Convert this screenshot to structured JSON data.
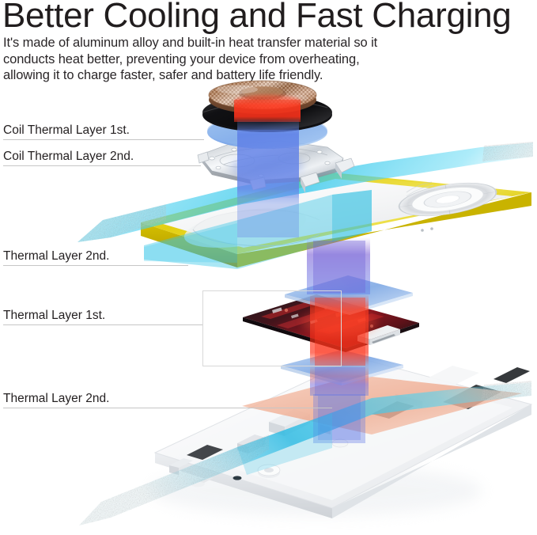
{
  "header": {
    "title": "Better Cooling and Fast Charging",
    "body_lines": [
      "It's made of aluminum alloy and built-in heat transfer material so it",
      "conducts heat better, preventing your device from overheating,",
      "allowing it to charge faster, safer and battery life friendly."
    ]
  },
  "callouts": [
    {
      "id": "coil-thermal-layer-1st",
      "label": "Coil Thermal Layer 1st."
    },
    {
      "id": "coil-thermal-layer-2nd",
      "label": "Coil Thermal Layer 2nd."
    },
    {
      "id": "thermal-layer-2nd-upper",
      "label": "Thermal Layer 2nd."
    },
    {
      "id": "thermal-layer-1st",
      "label": "Thermal Layer 1st."
    },
    {
      "id": "thermal-layer-2nd-lower",
      "label": "Thermal Layer 2nd."
    }
  ],
  "diagram": {
    "name": "exploded-wireless-charger-diagram",
    "layers": [
      "copper-coil-disc",
      "black-thermal-disc",
      "blue-thermal-disc",
      "metal-coil-bracket",
      "gold-charging-pad",
      "blue-thermal-plate-upper",
      "circuit-board",
      "blue-thermal-plate-lower",
      "salmon-thermal-plate",
      "white-base-housing"
    ],
    "heat_beam": "vertical-heat-flow-beam",
    "ribbons": "cyan-airflow-ribbons"
  },
  "colors": {
    "title": "#211d1e",
    "body": "#2a2628",
    "rule": "#c6c6c6",
    "box_border": "#d8d8d8",
    "gold": "#e0c400",
    "gold_dark": "#b39c00",
    "copper": "#c08a63",
    "heat_red": "#ef3524",
    "cool_blue": "#4f7fe0",
    "cyan": "#4fd2ef",
    "salmon": "#f0b09a",
    "pcb_dark": "#1a1418",
    "pcb_red": "#c01820",
    "housing_white": "#f2f3f4"
  }
}
